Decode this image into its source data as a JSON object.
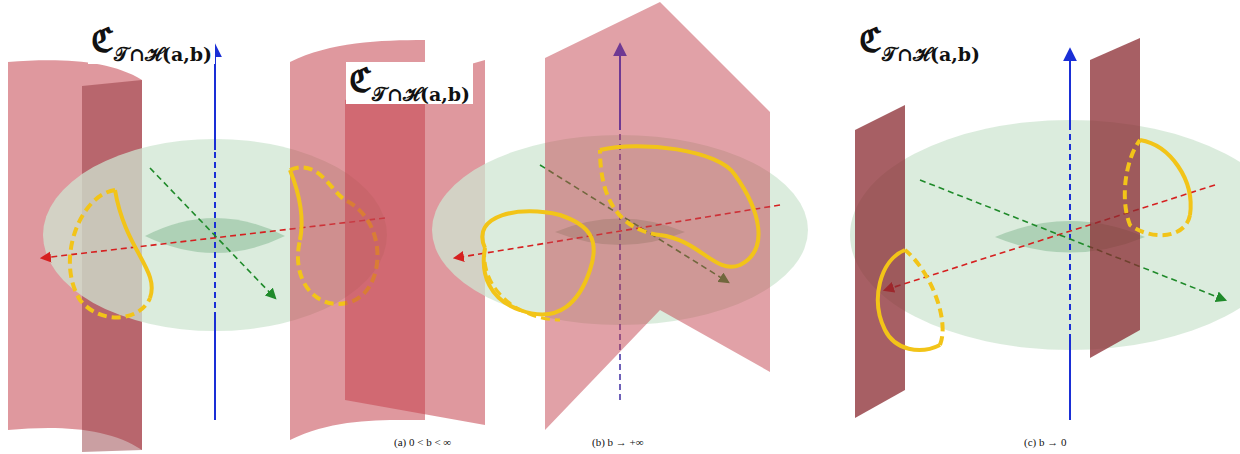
{
  "diagram": {
    "labels": [
      "ℭ𝒯∩ℋ(a,b)",
      "(a) 0 < b < ∞",
      "ℭ𝒯∩ℋ(a,b)",
      "(b) b → +∞",
      "ℭ𝒯∩ℋ(a,b)",
      "(c) b → 0"
    ]
  }
}
